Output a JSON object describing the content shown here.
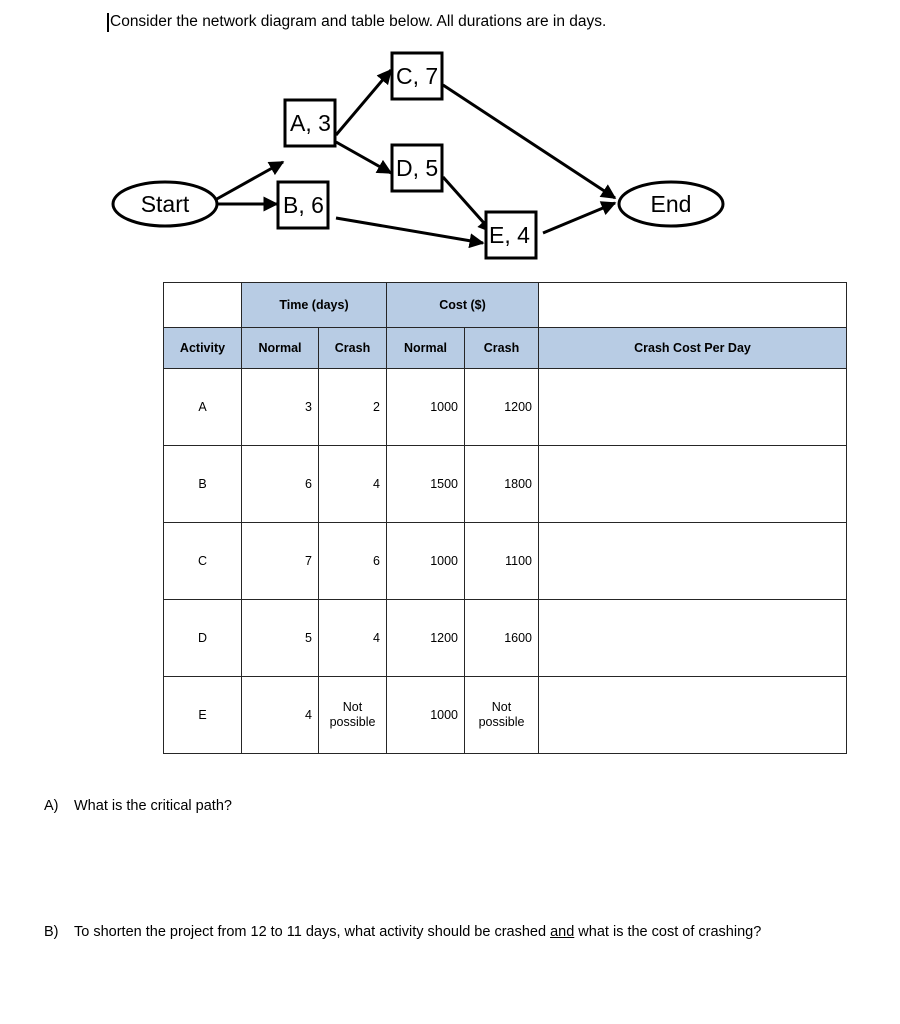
{
  "intro": {
    "text": "Consider the network diagram and table below. All durations are in days."
  },
  "diagram": {
    "start_label": "Start",
    "end_label": "End",
    "nodes": [
      {
        "id": "A",
        "label": "A, 3",
        "activity": "A",
        "duration": 3
      },
      {
        "id": "B",
        "label": "B, 6",
        "activity": "B",
        "duration": 6
      },
      {
        "id": "C",
        "label": "C, 7",
        "activity": "C",
        "duration": 7
      },
      {
        "id": "D",
        "label": "D, 5",
        "activity": "D",
        "duration": 5
      },
      {
        "id": "E",
        "label": "E, 4",
        "activity": "E",
        "duration": 4
      }
    ],
    "edges": [
      {
        "from": "Start",
        "to": "A"
      },
      {
        "from": "Start",
        "to": "B"
      },
      {
        "from": "A",
        "to": "C"
      },
      {
        "from": "A",
        "to": "D"
      },
      {
        "from": "B",
        "to": "E"
      },
      {
        "from": "D",
        "to": "E"
      },
      {
        "from": "C",
        "to": "End"
      },
      {
        "from": "E",
        "to": "End"
      }
    ]
  },
  "table": {
    "group_headers": {
      "blank_left": "",
      "time": "Time (days)",
      "cost": "Cost ($)",
      "blank_right": ""
    },
    "column_headers": {
      "activity": "Activity",
      "time_normal": "Normal",
      "time_crash": "Crash",
      "cost_normal": "Normal",
      "cost_crash": "Crash",
      "crash_cost_per_day": "Crash Cost Per Day"
    },
    "rows": [
      {
        "activity": "A",
        "time_normal": "3",
        "time_crash": "2",
        "cost_normal": "1000",
        "cost_crash": "1200",
        "crash_cost_per_day": ""
      },
      {
        "activity": "B",
        "time_normal": "6",
        "time_crash": "4",
        "cost_normal": "1500",
        "cost_crash": "1800",
        "crash_cost_per_day": ""
      },
      {
        "activity": "C",
        "time_normal": "7",
        "time_crash": "6",
        "cost_normal": "1000",
        "cost_crash": "1100",
        "crash_cost_per_day": ""
      },
      {
        "activity": "D",
        "time_normal": "5",
        "time_crash": "4",
        "cost_normal": "1200",
        "cost_crash": "1600",
        "crash_cost_per_day": ""
      },
      {
        "activity": "E",
        "time_normal": "4",
        "time_crash": "Not possible",
        "cost_normal": "1000",
        "cost_crash": "Not possible",
        "crash_cost_per_day": ""
      }
    ],
    "header_fill_color": "#b8cce4",
    "border_color": "#262626"
  },
  "questions": [
    {
      "label": "A)",
      "text_before": "What is the critical path?",
      "underlined": "",
      "text_after": ""
    },
    {
      "label": "B)",
      "text_before": "To shorten the project from 12 to 11 days, what activity should be crashed ",
      "underlined": "and",
      "text_after": " what is the cost of crashing?"
    }
  ]
}
